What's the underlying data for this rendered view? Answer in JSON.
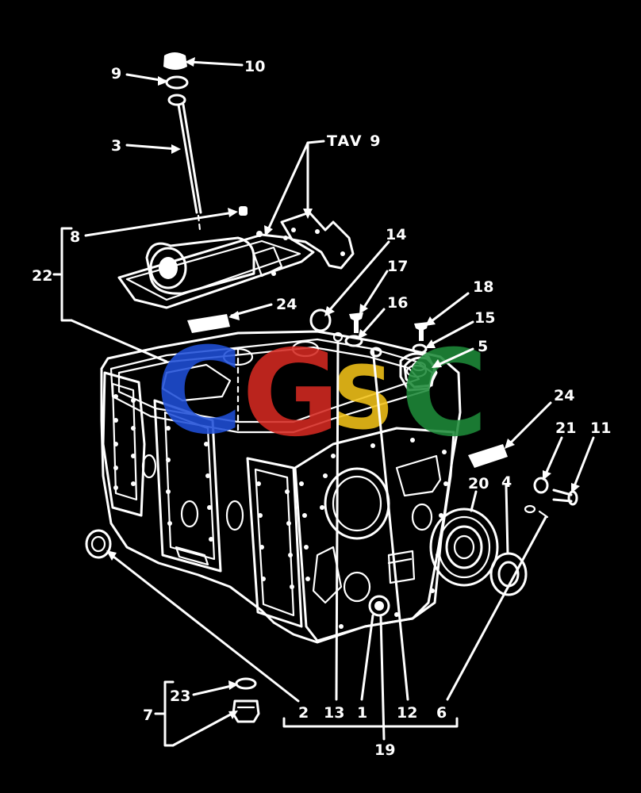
{
  "diagram": {
    "reference": "TAV 9",
    "watermark": {
      "letters": [
        "C",
        "G",
        "S",
        "C"
      ],
      "colors": [
        "#1f4fd8",
        "#d42a22",
        "#f2c218",
        "#1e8a3a"
      ]
    },
    "labels": {
      "p1": "1",
      "p2": "2",
      "p3": "3",
      "p4": "4",
      "p5": "5",
      "p6": "6",
      "p7": "7",
      "p8": "8",
      "p9": "9",
      "p10": "10",
      "p11": "11",
      "p12": "12",
      "p13": "13",
      "p14": "14",
      "p15": "15",
      "p16": "16",
      "p17": "17",
      "p18": "18",
      "p19": "19",
      "p20": "20",
      "p21": "21",
      "p22": "22",
      "p23": "23",
      "p24a": "24",
      "p24b": "24"
    }
  }
}
